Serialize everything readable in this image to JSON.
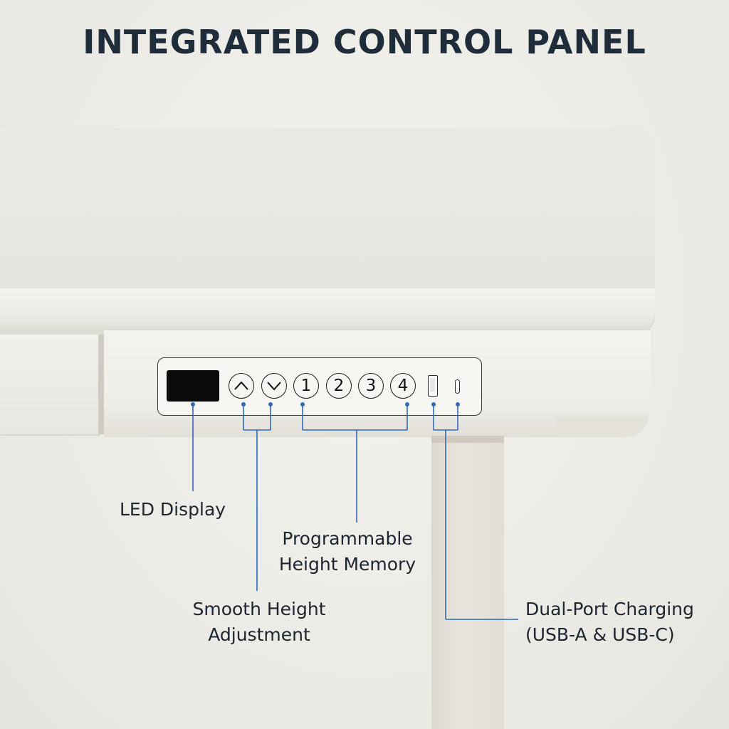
{
  "title": "INTEGRATED CONTROL PANEL",
  "panel": {
    "buttons": {
      "up": "∧",
      "down": "∨",
      "memory": [
        "1",
        "2",
        "3",
        "4"
      ]
    },
    "ports": {
      "usb_a_icon": "usb-a-port",
      "usb_c_icon": "usb-c-port"
    }
  },
  "callouts": {
    "led": "LED Display",
    "height_adjust": [
      "Smooth Height",
      "Adjustment"
    ],
    "memory": [
      "Programmable",
      "Height Memory"
    ],
    "charging": [
      "Dual-Port Charging",
      "(USB-A & USB-C)"
    ]
  },
  "colors": {
    "callout_line": "#2f6bb8",
    "title": "#1f2d3a"
  }
}
